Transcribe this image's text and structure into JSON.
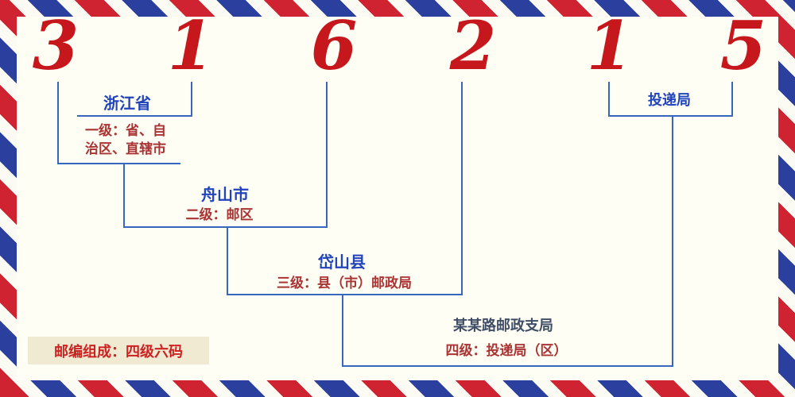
{
  "postal_code": {
    "digits": [
      "3",
      "1",
      "6",
      "2",
      "1",
      "5"
    ]
  },
  "levels": {
    "level1": {
      "place": "浙江省",
      "desc_line1": "一级：省、自",
      "desc_line2": "治区、直辖市"
    },
    "level2": {
      "place": "舟山市",
      "desc": "二级：邮区"
    },
    "level3": {
      "place": "岱山县",
      "desc": "三级：县（市）邮政局"
    },
    "level4": {
      "place": "某某路邮政支局",
      "desc": "四级：投递局（区）"
    },
    "delivery_office": {
      "label": "投递局"
    }
  },
  "footer": {
    "composition_note": "邮编组成：四级六码"
  },
  "colors": {
    "digit_red": "#c5171c",
    "line_blue": "#3668c0",
    "place_blue": "#2244bb",
    "desc_red": "#aa3333",
    "stripe_red": "#cf2332",
    "stripe_blue": "#2b3f9e",
    "background": "#fffef4",
    "badge_background": "#f0ead2"
  }
}
